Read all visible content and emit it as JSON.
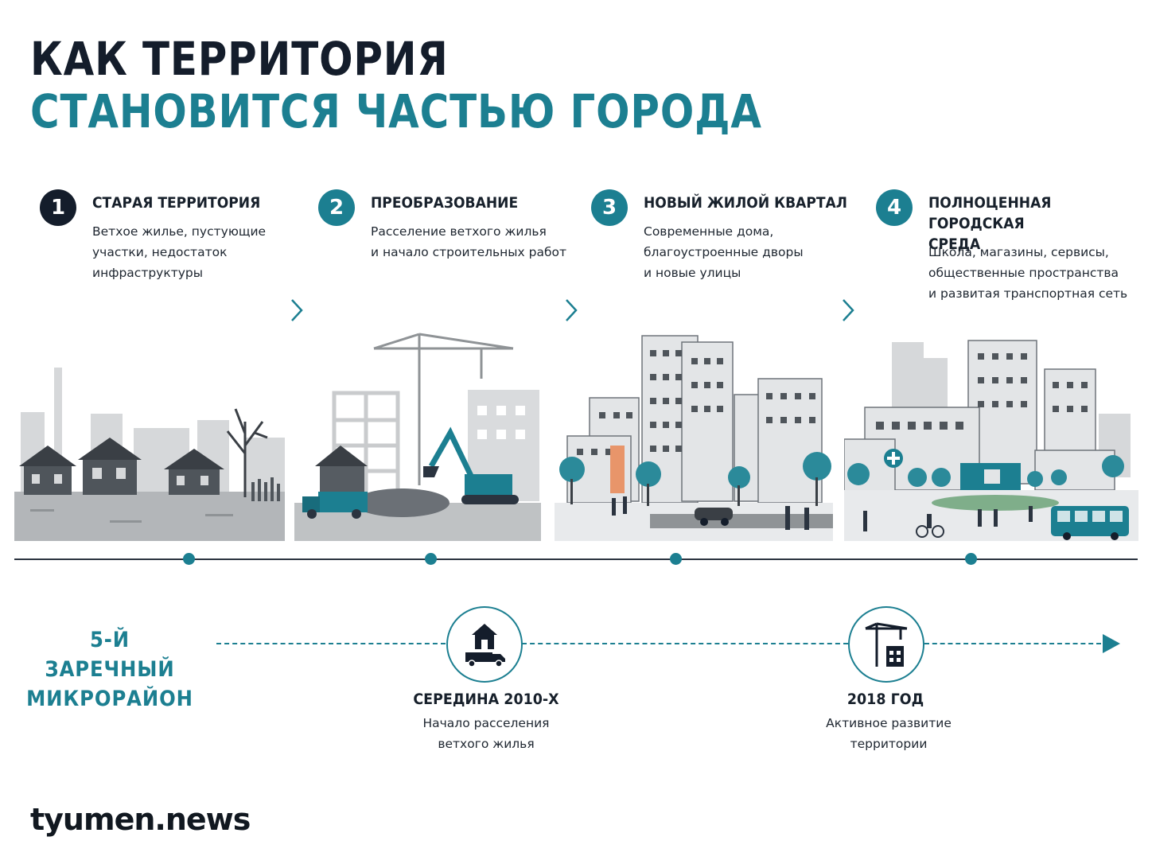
{
  "title": {
    "line1": "КАК ТЕРРИТОРИЯ",
    "line2": "СТАНОВИТСЯ ЧАСТЬЮ ГОРОДА"
  },
  "steps": [
    {
      "number": "1",
      "title": "СТАРАЯ ТЕРРИТОРИЯ",
      "description": "Ветхое жилье, пустующие\nучастки, недостаток\nинфраструктуры"
    },
    {
      "number": "2",
      "title": "ПРЕОБРАЗОВАНИЕ",
      "description": "Расселение ветхого жилья\nи начало строительных работ"
    },
    {
      "number": "3",
      "title": "НОВЫЙ ЖИЛОЙ КВАРТАЛ",
      "description": "Современные дома,\nблагоустроенные дворы\nи новые улицы"
    },
    {
      "number": "4",
      "title": "ПОЛНОЦЕННАЯ\nГОРОДСКАЯ СРЕДА",
      "description": "Школа, магазины, сервисы,\nобщественные пространства\nи развитая транспортная сеть"
    }
  ],
  "district": "5-Й ЗАРЕЧНЫЙ\nМИКРОРАЙОН",
  "milestones": [
    {
      "icon": "house-on-truck-icon",
      "title": "СЕРЕДИНА 2010-Х",
      "description": "Начало расселения\nветхого жилья"
    },
    {
      "icon": "crane-building-icon",
      "title": "2018 ГОД",
      "description": "Активное развитие\nтерритории"
    }
  ],
  "logo": "tyumen.news",
  "colors": {
    "accent": "#1c7f91",
    "dark": "#141d2b",
    "text": "#17202b"
  }
}
